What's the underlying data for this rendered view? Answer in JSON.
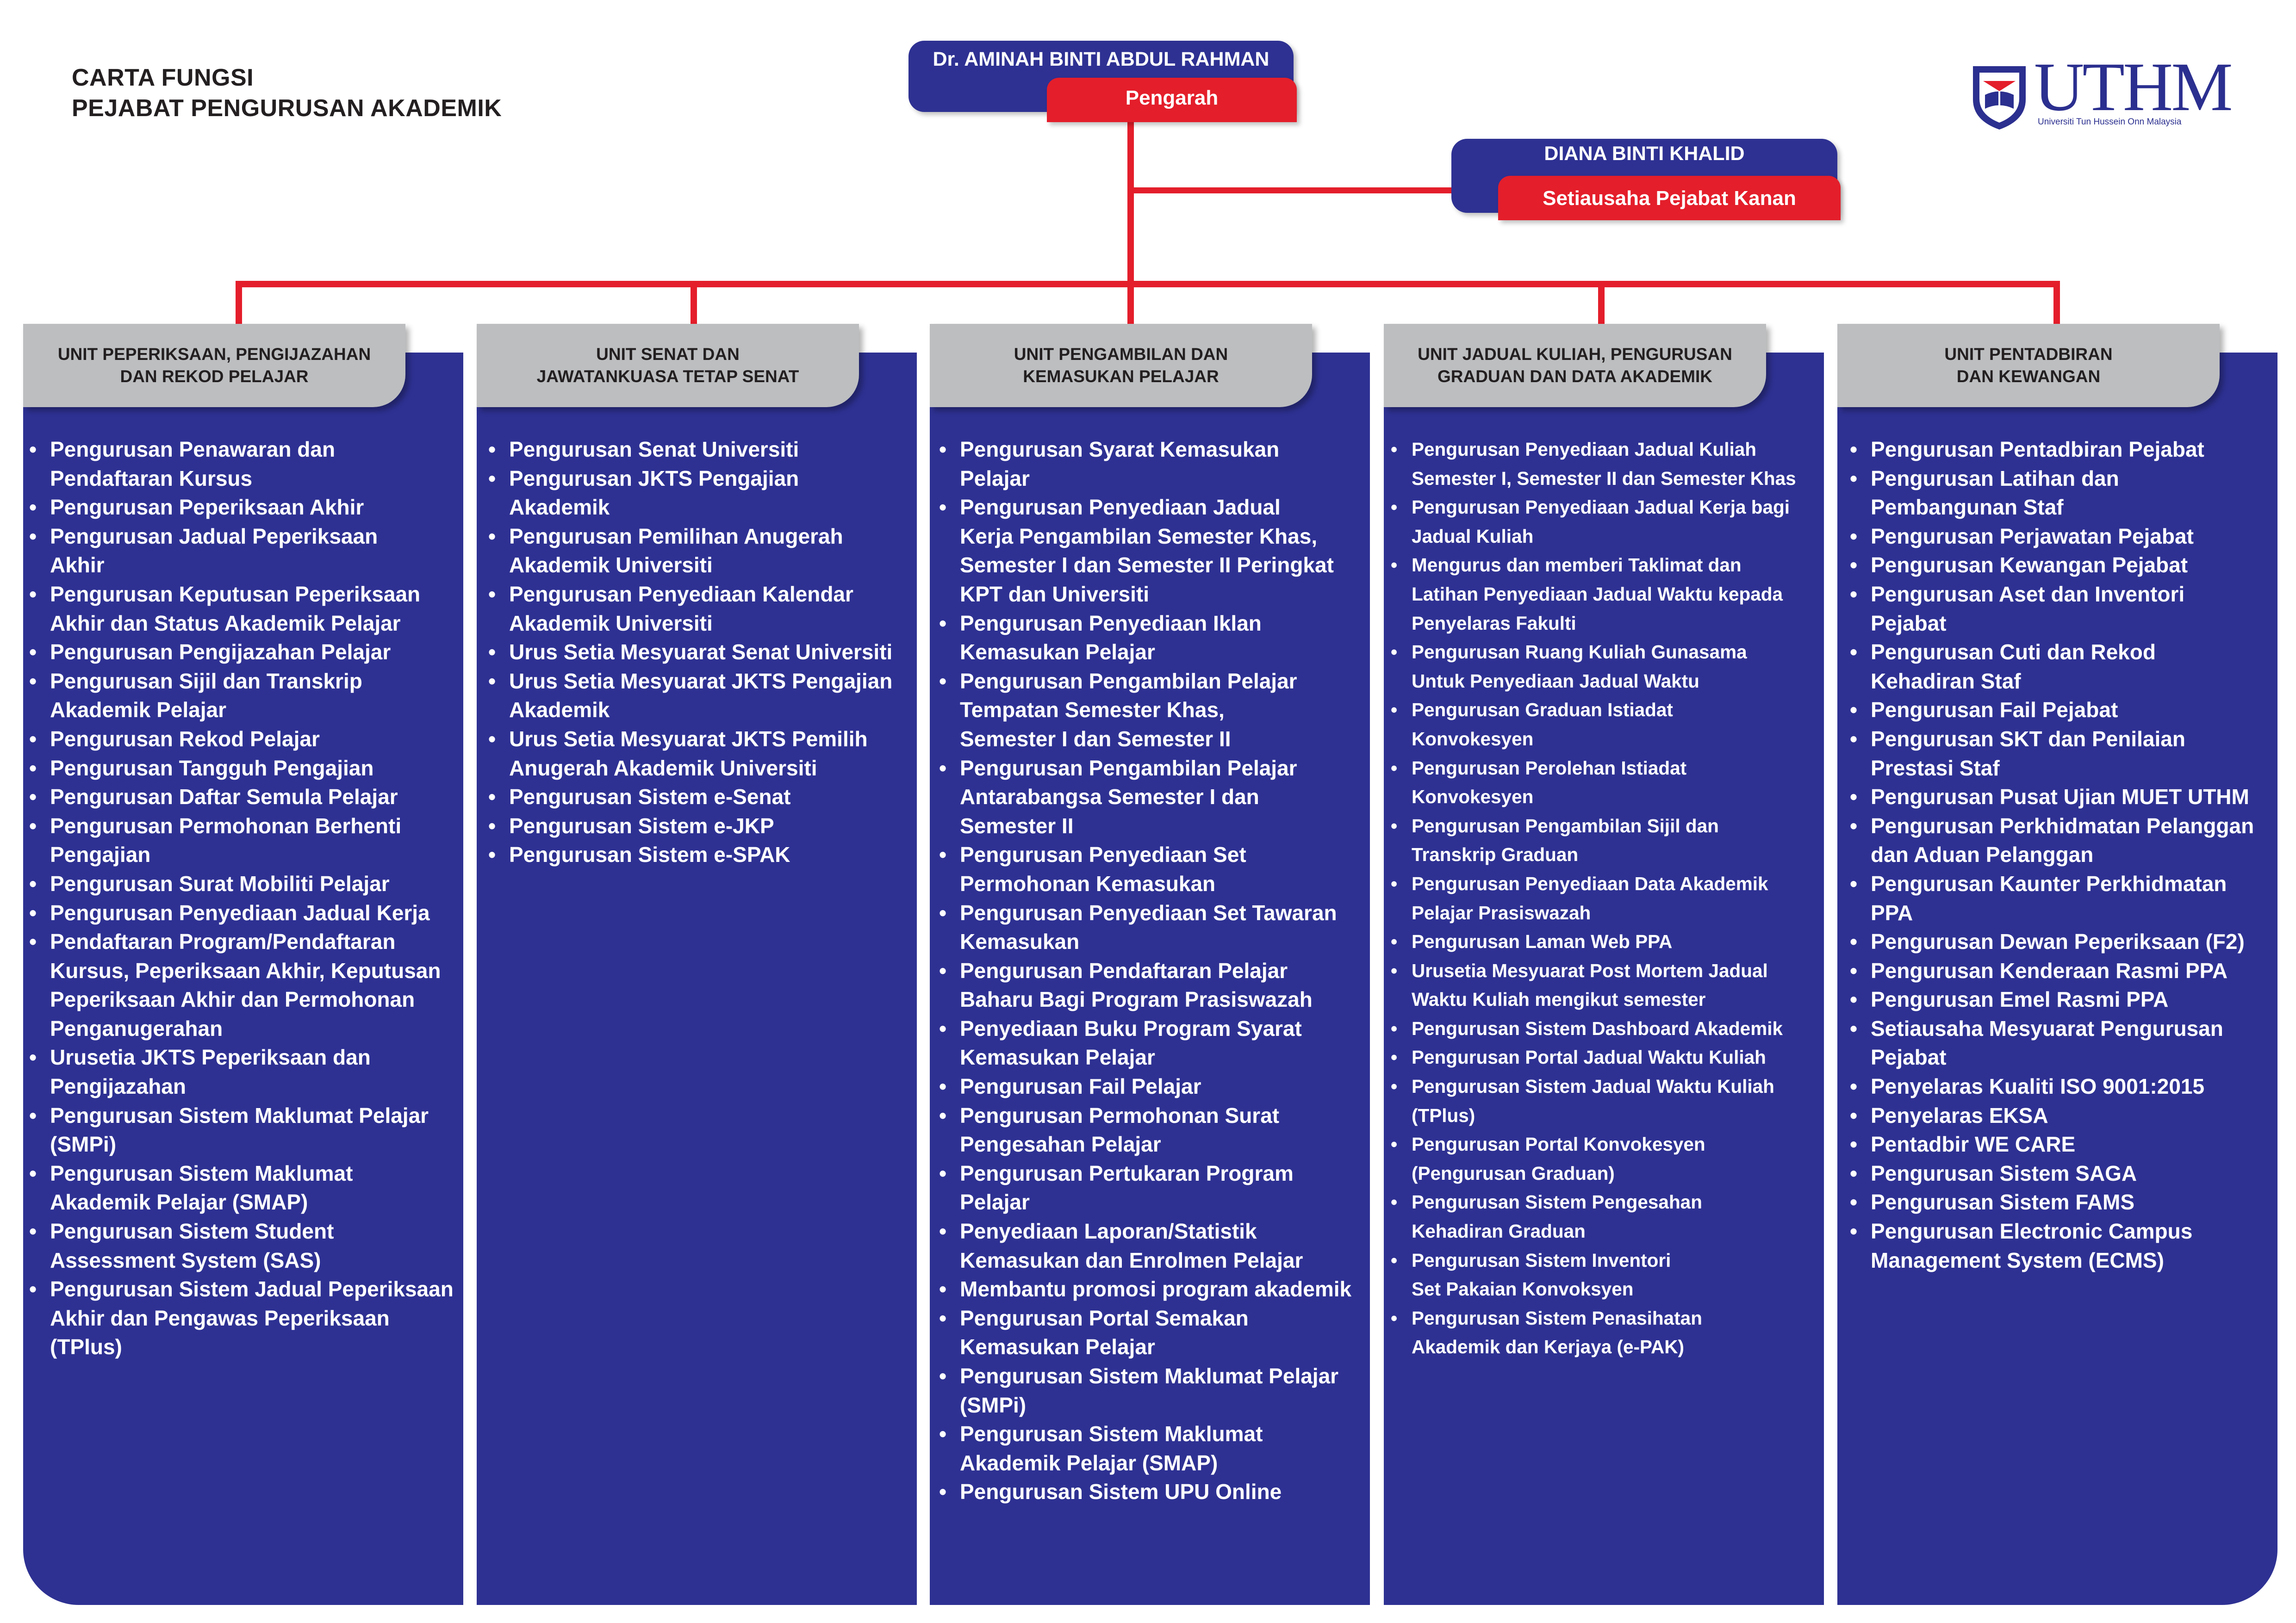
{
  "title": {
    "line1": "CARTA FUNGSI",
    "line2": "PEJABAT PENGURUSAN AKADEMIK"
  },
  "logo": {
    "wordmark": "UTHM",
    "subtitle": "Universiti Tun Hussein Onn Malaysia"
  },
  "director": {
    "name": "Dr. AMINAH BINTI ABDUL RAHMAN",
    "role": "Pengarah"
  },
  "secretary": {
    "name": "DIANA BINTI KHALID",
    "role": "Setiausaha Pejabat Kanan"
  },
  "colors": {
    "navy": "#2e3192",
    "red": "#e41e2b",
    "grey": "#bcbec0"
  },
  "units": [
    {
      "header": "UNIT PEPERIKSAAN, PENGIJAZAHAN\nDAN REKOD PELAJAR",
      "items": [
        "Pengurusan Penawaran dan\nPendaftaran Kursus",
        "Pengurusan Peperiksaan Akhir",
        "Pengurusan Jadual Peperiksaan\nAkhir",
        "Pengurusan Keputusan Peperiksaan\nAkhir dan Status Akademik Pelajar",
        "Pengurusan Pengijazahan Pelajar",
        "Pengurusan Sijil dan Transkrip\nAkademik Pelajar",
        "Pengurusan Rekod Pelajar",
        "Pengurusan Tangguh Pengajian",
        "Pengurusan Daftar Semula Pelajar",
        "Pengurusan Permohonan Berhenti\nPengajian",
        "Pengurusan Surat Mobiliti Pelajar",
        "Pengurusan Penyediaan Jadual Kerja",
        "Pendaftaran Program/Pendaftaran\nKursus, Peperiksaan Akhir, Keputusan\nPeperiksaan Akhir dan Permohonan\nPenganugerahan",
        "Urusetia JKTS Peperiksaan dan\nPengijazahan",
        "Pengurusan Sistem Maklumat Pelajar\n(SMPi)",
        "Pengurusan Sistem Maklumat\nAkademik Pelajar (SMAP)",
        "Pengurusan Sistem Student\nAssessment System (SAS)",
        "Pengurusan Sistem Jadual Peperiksaan\nAkhir dan Pengawas Peperiksaan\n(TPlus)"
      ]
    },
    {
      "header": "UNIT SENAT DAN\nJAWATANKUASA TETAP SENAT",
      "items": [
        "Pengurusan Senat Universiti",
        "Pengurusan JKTS Pengajian\nAkademik",
        "Pengurusan Pemilihan Anugerah\nAkademik Universiti",
        "Pengurusan Penyediaan Kalendar\nAkademik Universiti",
        "Urus Setia Mesyuarat Senat Universiti",
        "Urus Setia Mesyuarat JKTS Pengajian\nAkademik",
        "Urus Setia Mesyuarat JKTS Pemilih\nAnugerah Akademik Universiti",
        "Pengurusan Sistem e-Senat",
        "Pengurusan Sistem e-JKP",
        "Pengurusan Sistem e-SPAK"
      ]
    },
    {
      "header": "UNIT PENGAMBILAN DAN\nKEMASUKAN PELAJAR",
      "items": [
        "Pengurusan Syarat Kemasukan\nPelajar",
        "Pengurusan Penyediaan Jadual\nKerja Pengambilan Semester  Khas,\nSemester I dan Semester  II Peringkat\nKPT dan Universiti",
        "Pengurusan Penyediaan Iklan\nKemasukan Pelajar",
        "Pengurusan Pengambilan Pelajar\nTempatan Semester  Khas,\nSemester  I dan Semester  II",
        "Pengurusan Pengambilan Pelajar\nAntarabangsa Semester  I dan\nSemester II",
        "Pengurusan Penyediaan Set\nPermohonan Kemasukan",
        "Pengurusan Penyediaan Set Tawaran\nKemasukan",
        "Pengurusan Pendaftaran Pelajar\nBaharu Bagi Program Prasiswazah",
        "Penyediaan Buku Program Syarat\nKemasukan Pelajar",
        "Pengurusan Fail Pelajar",
        "Pengurusan Permohonan Surat\nPengesahan Pelajar",
        "Pengurusan Pertukaran Program\nPelajar",
        "Penyediaan Laporan/Statistik\nKemasukan dan Enrolmen Pelajar",
        "Membantu promosi program akademik",
        "Pengurusan Portal Semakan\nKemasukan Pelajar",
        "Pengurusan Sistem Maklumat Pelajar\n(SMPi)",
        "Pengurusan Sistem Maklumat\nAkademik Pelajar (SMAP)",
        "Pengurusan Sistem UPU Online"
      ]
    },
    {
      "header": "UNIT JADUAL KULIAH, PENGURUSAN\nGRADUAN DAN DATA AKADEMIK",
      "items": [
        "Pengurusan Penyediaan Jadual Kuliah\nSemester I, Semester II dan Semester Khas",
        "Pengurusan Penyediaan Jadual Kerja bagi\nJadual Kuliah",
        "Mengurus dan memberi Taklimat dan\nLatihan Penyediaan Jadual Waktu kepada\nPenyelaras Fakulti",
        "Pengurusan Ruang Kuliah Gunasama\nUntuk Penyediaan Jadual Waktu",
        "Pengurusan Graduan Istiadat\nKonvokesyen",
        "Pengurusan Perolehan Istiadat\nKonvokesyen",
        "Pengurusan Pengambilan Sijil dan\nTranskrip Graduan",
        "Pengurusan Penyediaan Data Akademik\nPelajar Prasiswazah",
        "Pengurusan Laman Web PPA",
        "Urusetia Mesyuarat Post Mortem Jadual\nWaktu Kuliah mengikut semester",
        "Pengurusan Sistem Dashboard Akademik",
        "Pengurusan Portal Jadual Waktu Kuliah",
        "Pengurusan Sistem Jadual Waktu Kuliah\n(TPlus)",
        "Pengurusan Portal Konvokesyen\n(Pengurusan Graduan)",
        "Pengurusan Sistem Pengesahan\nKehadiran Graduan",
        "Pengurusan Sistem Inventori\nSet Pakaian Konvoksyen",
        "Pengurusan Sistem Penasihatan\nAkademik dan Kerjaya (e-PAK)"
      ]
    },
    {
      "header": "UNIT PENTADBIRAN\nDAN KEWANGAN",
      "items": [
        "Pengurusan Pentadbiran Pejabat",
        "Pengurusan Latihan dan\nPembangunan Staf",
        "Pengurusan Perjawatan Pejabat",
        "Pengurusan Kewangan Pejabat",
        "Pengurusan Aset dan Inventori\nPejabat",
        "Pengurusan Cuti dan Rekod\nKehadiran Staf",
        "Pengurusan Fail Pejabat",
        "Pengurusan SKT dan Penilaian\nPrestasi Staf",
        "Pengurusan Pusat Ujian MUET UTHM",
        "Pengurusan Perkhidmatan Pelanggan\ndan Aduan Pelanggan",
        "Pengurusan Kaunter Perkhidmatan\nPPA",
        "Pengurusan Dewan Peperiksaan (F2)",
        "Pengurusan Kenderaan Rasmi PPA",
        "Pengurusan Emel Rasmi PPA",
        "Setiausaha Mesyuarat Pengurusan\nPejabat",
        "Penyelaras Kualiti ISO 9001:2015",
        "Penyelaras EKSA",
        "Pentadbir WE CARE",
        "Pengurusan Sistem SAGA",
        "Pengurusan Sistem FAMS",
        "Pengurusan Electronic Campus\nManagement System (ECMS)"
      ]
    }
  ]
}
